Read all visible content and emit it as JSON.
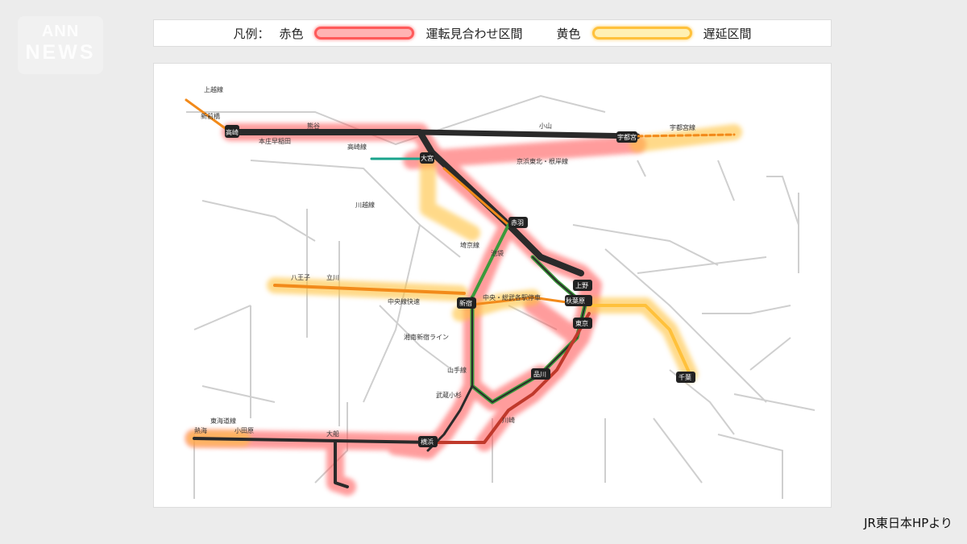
{
  "logo": {
    "line1": "ANN",
    "line2": "NEWS"
  },
  "legend": {
    "prefix": "凡例：",
    "red_label": "赤色",
    "red_meaning": "運転見合わせ区間",
    "yellow_label": "黄色",
    "yellow_meaning": "遅延区間",
    "colors": {
      "red": "#ff4d4d",
      "yellow": "#ffc13b",
      "line_dark": "#2a2a2a",
      "green": "#3c9a3c",
      "orange": "#f28a1a",
      "teal": "#1aa38c"
    }
  },
  "map": {
    "line_labels": {
      "joetsu": "上越線",
      "utsunomiya": "宇都宮線",
      "takasaki": "高崎線",
      "keihin": "京浜東北・根岸線",
      "kawagoe": "川越線",
      "saikyo": "埼京線",
      "chuo_rapid": "中央線快速",
      "shonan": "湘南新宿ライン",
      "yamanote": "山手線",
      "tokaido": "東海道線",
      "chuo_sobu": "中央・総武各駅停車"
    },
    "stations": {
      "shin_maebashi": "新前橋",
      "takasaki": "高崎",
      "honjo": "本庄早稲田",
      "kumagaya": "熊谷",
      "omiya": "大宮",
      "oyama": "小山",
      "utsunomiya": "宇都宮",
      "akabane": "赤羽",
      "ikebukuro": "池袋",
      "shinjuku": "新宿",
      "ueno": "上野",
      "akihabara": "秋葉原",
      "tokyo": "東京",
      "shinagawa": "品川",
      "kawasaki": "川崎",
      "yokohama": "横浜",
      "ofuna": "大船",
      "chiba": "千葉",
      "hachioji": "八王子",
      "tachikawa": "立川",
      "atami": "熱海",
      "odawara": "小田原",
      "musashikosugi": "武蔵小杉"
    }
  },
  "credit": "JR東日本HPより"
}
